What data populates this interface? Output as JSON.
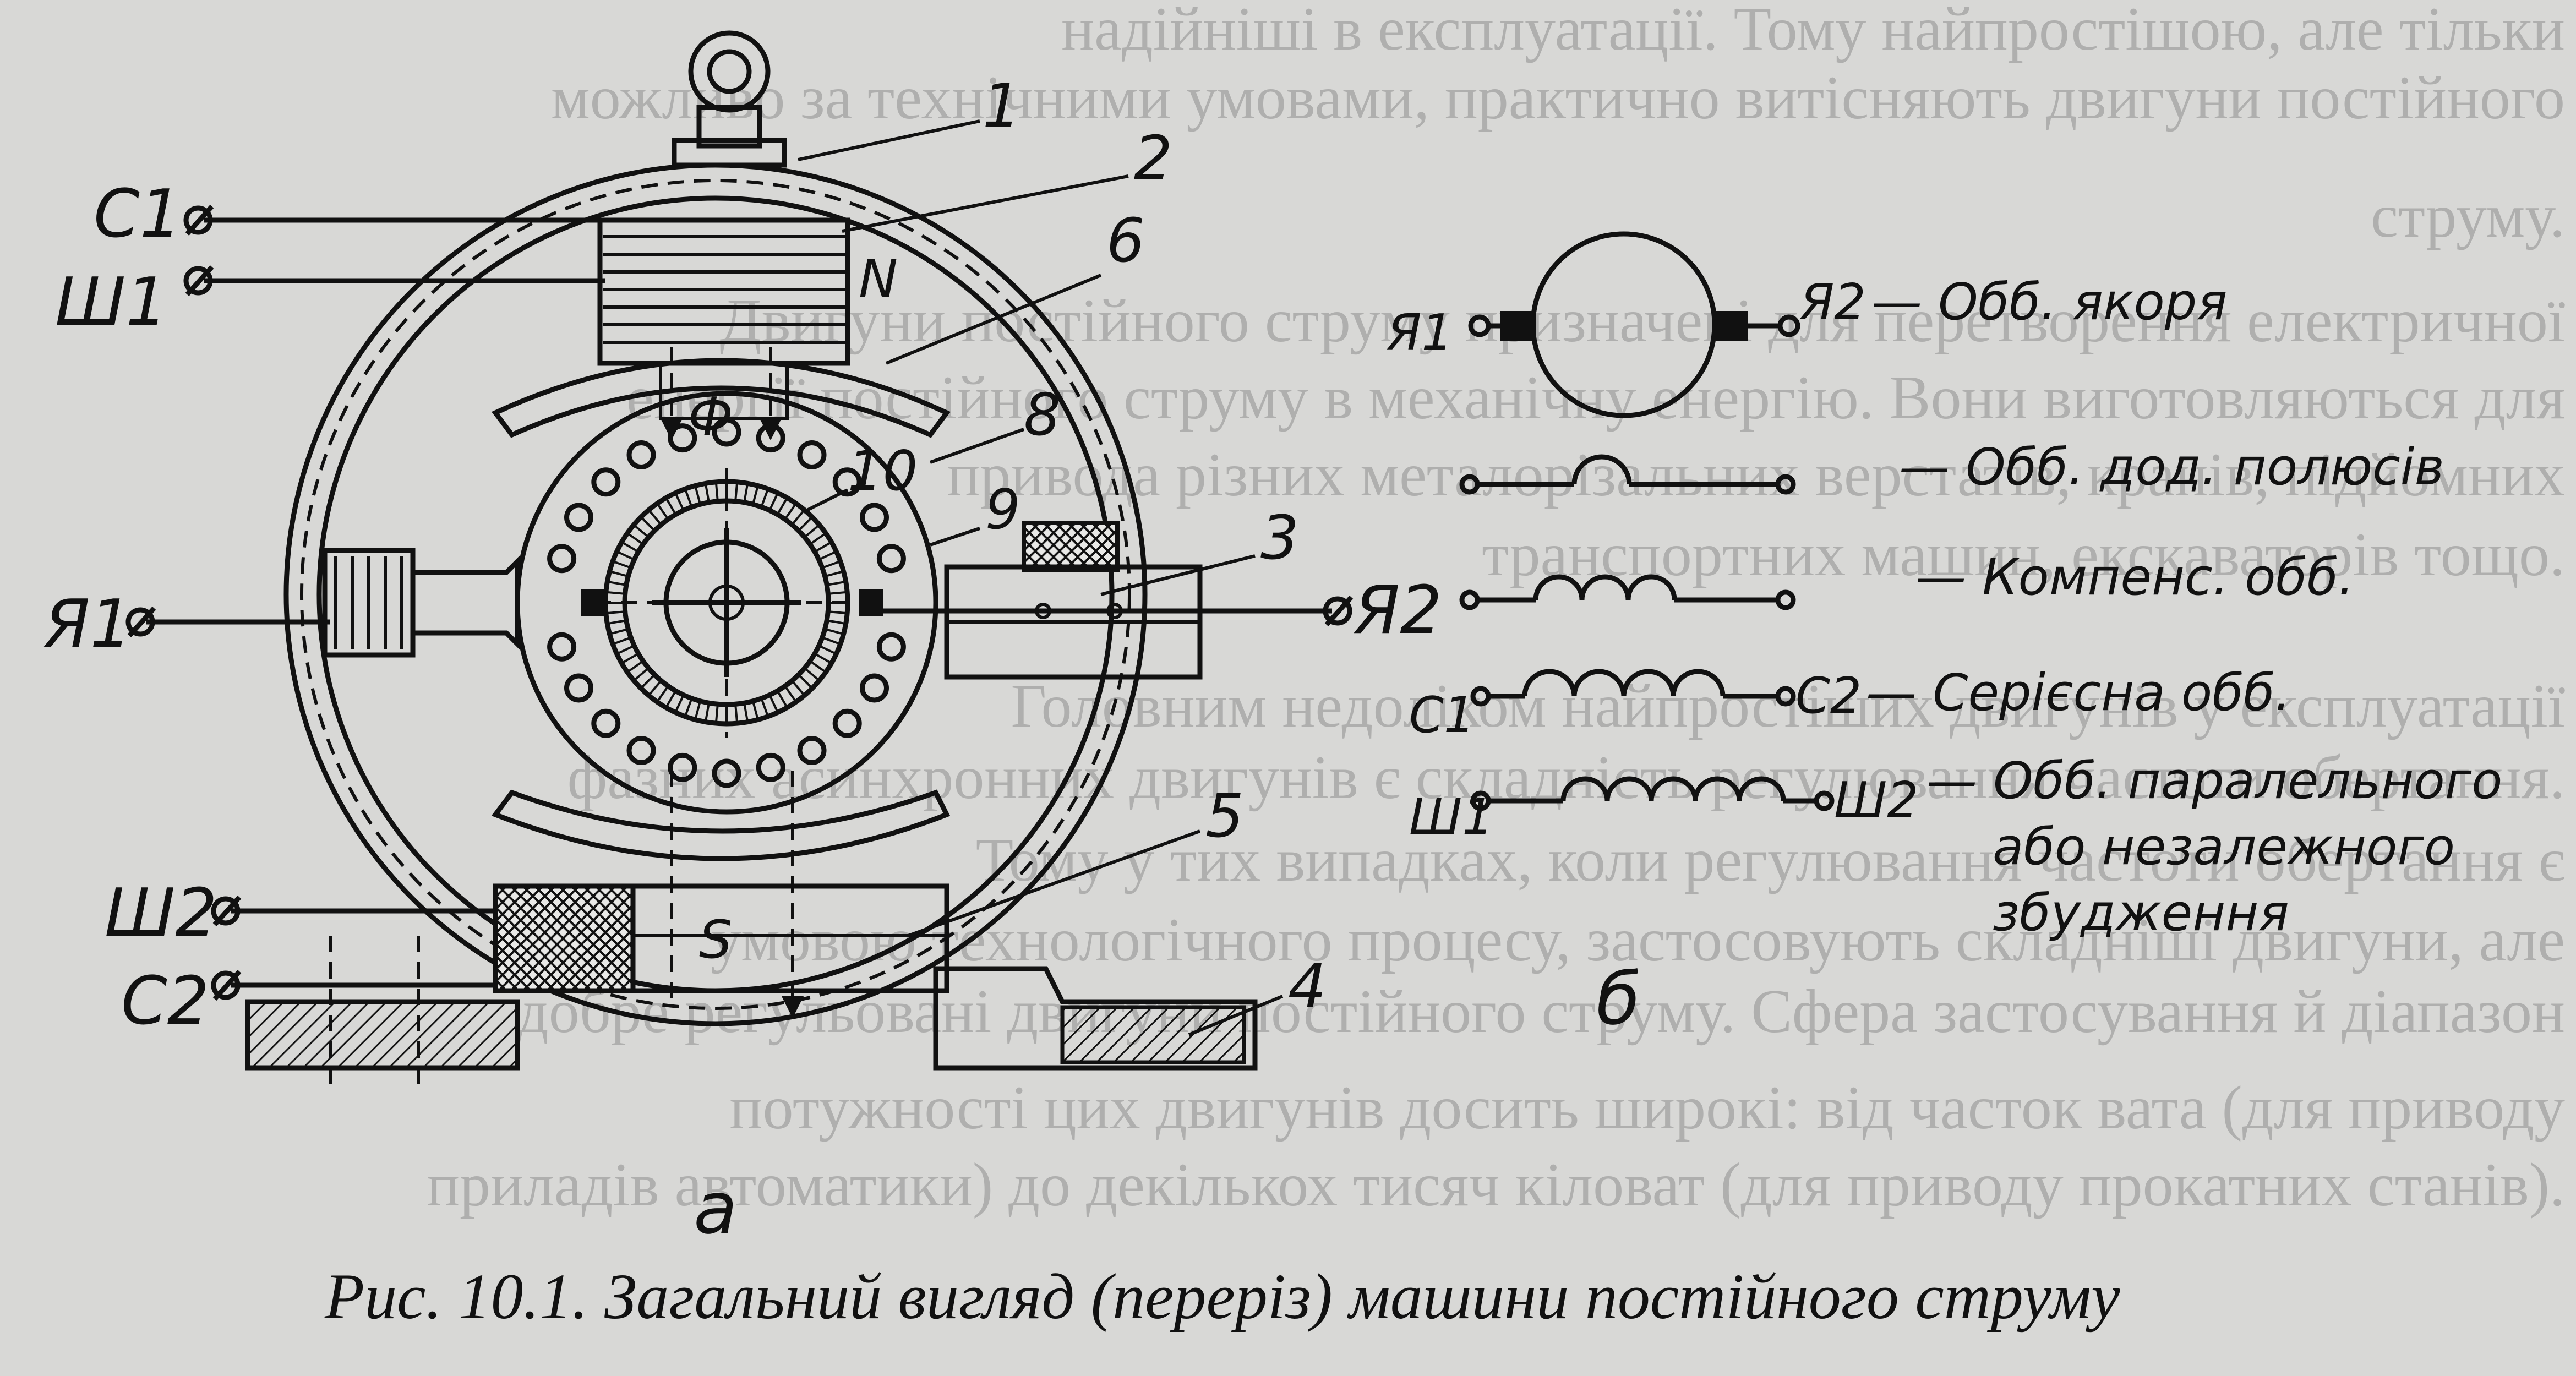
{
  "background_lines": [
    "надійніші в експлуатації. Тому найпростішою, але тільки",
    "можливо за технічними умовами, практично витісняють двигуни постійного",
    "струму.",
    "Двигуни постійного струму призначені для перетворення електричної",
    "енергії постійного струму в механічну енергію. Вони виготовляються для",
    "привода різних металорізальних верстатів, кранів, підйомних",
    "транспортних машин, екскаваторів тощо.",
    "Головним недоліком найпростіших двигунів у експлуатації",
    "фазних асинхронних двигунів є складність регулювання частоти обертання.",
    "Тому у тих випадках, коли регулювання частоти обертання є",
    "умовою технологічного процесу, застосовують складніші двигуни, але",
    "добре регульовані двигуни постійного струму. Сфера застосування й діапазон",
    "потужності цих двигунів досить широкі: від часток вата (для приводу",
    "приладів автоматики) до декількох тисяч кіловат (для приводу прокатних станів)."
  ],
  "figure_a": {
    "terminals": {
      "c1": "С1",
      "sh1": "Ш1",
      "ya1": "Я1",
      "ya2": "Я2",
      "sh2": "Ш2",
      "c2": "С2"
    },
    "parts": [
      "1",
      "2",
      "6",
      "8",
      "10",
      "9",
      "3",
      "5",
      "4"
    ],
    "pole_north": "N",
    "pole_south": "S",
    "flux": "Ф",
    "sublabel": "а"
  },
  "figure_b": {
    "armature": {
      "left": "Я1",
      "right": "Я2",
      "desc": "— Обб. якоря"
    },
    "aux_poles": {
      "desc": "— Обб. дод. полюсів"
    },
    "compensating": {
      "desc": "— Компенс. обб."
    },
    "series": {
      "left": "С1",
      "right": "С2",
      "desc": "— Серієсна обб."
    },
    "shunt": {
      "left": "Ш1",
      "right": "Ш2",
      "desc_line1": "— Обб. паралельного",
      "desc_line2": "або незалежного",
      "desc_line3": "збудження"
    },
    "sublabel": "б"
  },
  "caption": "Рис. 10.1. Загальний вигляд (переріз) машини постійного струму",
  "colors": {
    "ink": "#111111",
    "paper": "#d8d8d6",
    "print_through": "#8e8e8e"
  }
}
